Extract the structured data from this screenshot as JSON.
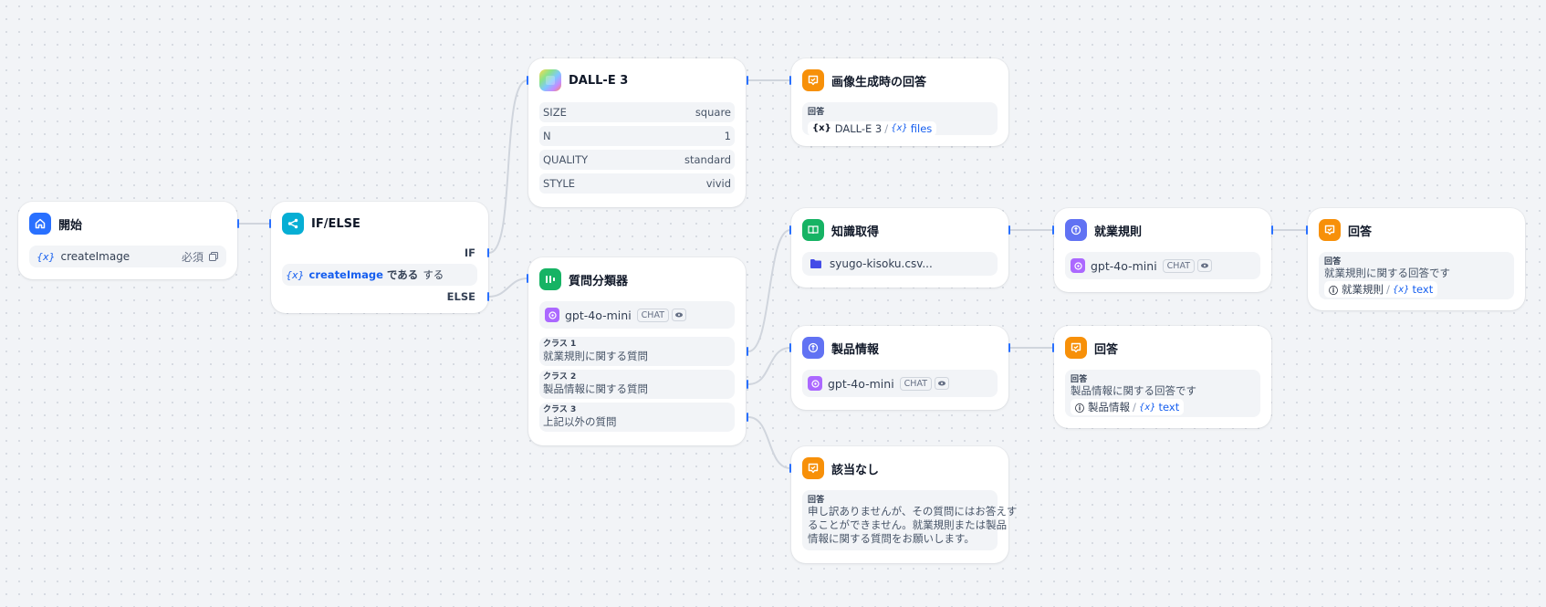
{
  "nodes": {
    "start": {
      "title": "開始",
      "var": "createImage",
      "required": "必須"
    },
    "ifelse": {
      "title": "IF/ELSE",
      "if": "IF",
      "else": "ELSE",
      "var": "createImage",
      "op": "である",
      "suffix": "する"
    },
    "dalle": {
      "title": "DALL-E 3",
      "params": [
        {
          "k": "SIZE",
          "v": "square"
        },
        {
          "k": "N",
          "v": "1"
        },
        {
          "k": "QUALITY",
          "v": "standard"
        },
        {
          "k": "STYLE",
          "v": "vivid"
        }
      ]
    },
    "img_answer": {
      "title": "画像生成時の回答",
      "label": "回答",
      "src": "DALL-E 3",
      "sep": "/",
      "var": "files"
    },
    "classifier": {
      "title": "質問分類器",
      "model": "gpt-4o-mini",
      "mode": "CHAT",
      "classes": [
        {
          "name": "クラス 1",
          "text": "就業規則に関する質問"
        },
        {
          "name": "クラス 2",
          "text": "製品情報に関する質問"
        },
        {
          "name": "クラス 3",
          "text": "上記以外の質問"
        }
      ]
    },
    "knowledge": {
      "title": "知識取得",
      "file": "syugo-kisoku.csv..."
    },
    "rules_llm": {
      "title": "就業規則",
      "model": "gpt-4o-mini",
      "mode": "CHAT"
    },
    "rules_answer": {
      "title": "回答",
      "label": "回答",
      "text": "就業規則に関する回答です",
      "src": "就業規則",
      "sep": "/",
      "var": "text"
    },
    "product_llm": {
      "title": "製品情報",
      "model": "gpt-4o-mini",
      "mode": "CHAT"
    },
    "product_answer": {
      "title": "回答",
      "label": "回答",
      "text": "製品情報に関する回答です",
      "src": "製品情報",
      "sep": "/",
      "var": "text"
    },
    "none": {
      "title": "該当なし",
      "label": "回答",
      "lines": [
        "申し訳ありませんが、その質問にはお答えす",
        "ることができません。就業規則または製品",
        "情報に関する質問をお願いします。"
      ]
    }
  },
  "colors": {
    "start": "#2970ff",
    "ifelse": "#06aed4",
    "answer": "#f79009",
    "classifier": "#16b364",
    "knowledge": "#16b364",
    "llm": "#6172f3",
    "link": "#155eef",
    "edge": "#d0d5dd"
  }
}
